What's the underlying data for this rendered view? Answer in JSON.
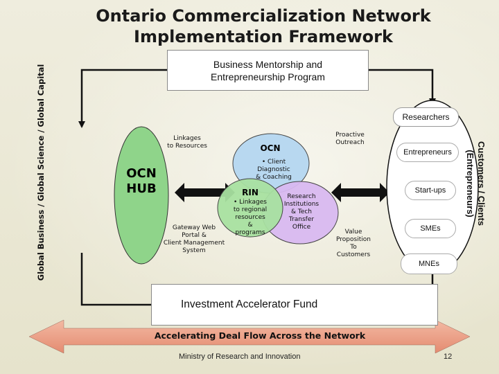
{
  "title": {
    "line1": "Ontario Commercialization Network",
    "line2": "Implementation Framework"
  },
  "side_label": "Global Business / Global Science / Global Capital",
  "right_label": {
    "line1": "Customers / Clients",
    "line2": "(Entrepreneurs)"
  },
  "mentorship": {
    "line1": "Business Mentorship and",
    "line2": "Entrepreneurship Program"
  },
  "researchers": "Researchers",
  "customers": [
    "Entrepreneurs",
    "Start-ups",
    "SMEs",
    "MNEs"
  ],
  "hub": {
    "line1": "OCN",
    "line2": "HUB"
  },
  "linkages_to_resources": {
    "line1": "Linkages",
    "line2": "to Resources"
  },
  "gateway": {
    "line1": "Gateway Web",
    "line2": "Portal &",
    "line3": "Client Management",
    "line4": "System"
  },
  "ocn": {
    "title": "OCN",
    "line1": "• Client",
    "line2": "Diagnostic",
    "line3": "& Coaching"
  },
  "rin": {
    "title": "RIN",
    "line1": "• Linkages",
    "line2": "to regional",
    "line3": "resources",
    "line4": "&",
    "line5": "programs"
  },
  "research_institutions": {
    "line1": "Research",
    "line2": "Institutions",
    "line3": "& Tech",
    "line4": "Transfer",
    "line5": "Office"
  },
  "proactive_outreach": {
    "line1": "Proactive",
    "line2": "Outreach"
  },
  "value_proposition": {
    "line1": "Value",
    "line2": "Proposition",
    "line3": "To",
    "line4": "Customers"
  },
  "investment_fund": "Investment Accelerator Fund",
  "deal_flow": "Accelerating Deal Flow Across the Network",
  "footer": "Ministry of Research and Innovation",
  "page_number": "12",
  "colors": {
    "hub_green": "#8fd48a",
    "ocn_blue": "#b8d8f0",
    "rin_green": "#a8e0a0",
    "research_purple": "#d8b8f0",
    "deal_arrow": "#e8a088",
    "customer_ellipse": "#ffffff"
  }
}
